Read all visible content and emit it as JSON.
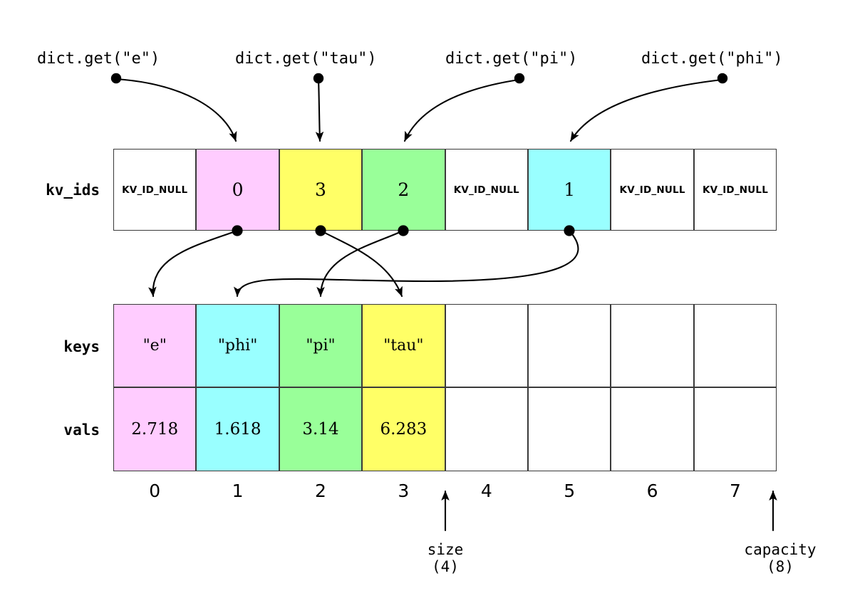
{
  "figure": {
    "title": "Hash map open-addressing layout: kv_ids index array with parallel keys/vals arrays",
    "colors": {
      "pink": "#ffccff",
      "yellow": "#ffff66",
      "green": "#99ff99",
      "cyan": "#99ffff",
      "empty": "#ffffff",
      "stroke": "#3a3a3a",
      "ink": "#000000"
    }
  },
  "calls": [
    {
      "label": "dict.get(\"e\")",
      "key": "e",
      "bucket": 1
    },
    {
      "label": "dict.get(\"tau\")",
      "key": "tau",
      "bucket": 2
    },
    {
      "label": "dict.get(\"pi\")",
      "key": "pi",
      "bucket": 3
    },
    {
      "label": "dict.get(\"phi\")",
      "key": "phi",
      "bucket": 5
    }
  ],
  "rows": {
    "kv_ids": {
      "label": "kv_ids",
      "cells": [
        {
          "text": "KV_ID_NULL",
          "kind": "null",
          "color": "empty"
        },
        {
          "text": "0",
          "kind": "num",
          "color": "pink"
        },
        {
          "text": "3",
          "kind": "num",
          "color": "yellow"
        },
        {
          "text": "2",
          "kind": "num",
          "color": "green"
        },
        {
          "text": "KV_ID_NULL",
          "kind": "null",
          "color": "empty"
        },
        {
          "text": "1",
          "kind": "num",
          "color": "cyan"
        },
        {
          "text": "KV_ID_NULL",
          "kind": "null",
          "color": "empty"
        },
        {
          "text": "KV_ID_NULL",
          "kind": "null",
          "color": "empty"
        }
      ]
    },
    "keys": {
      "label": "keys",
      "cells": [
        {
          "text": "\"e\"",
          "color": "pink"
        },
        {
          "text": "\"phi\"",
          "color": "cyan"
        },
        {
          "text": "\"pi\"",
          "color": "green"
        },
        {
          "text": "\"tau\"",
          "color": "yellow"
        },
        {
          "text": "",
          "color": "empty"
        },
        {
          "text": "",
          "color": "empty"
        },
        {
          "text": "",
          "color": "empty"
        },
        {
          "text": "",
          "color": "empty"
        }
      ]
    },
    "vals": {
      "label": "vals",
      "cells": [
        {
          "text": "2.718",
          "color": "pink"
        },
        {
          "text": "1.618",
          "color": "cyan"
        },
        {
          "text": "3.14",
          "color": "green"
        },
        {
          "text": "6.283",
          "color": "yellow"
        },
        {
          "text": "",
          "color": "empty"
        },
        {
          "text": "",
          "color": "empty"
        },
        {
          "text": "",
          "color": "empty"
        },
        {
          "text": "",
          "color": "empty"
        }
      ]
    }
  },
  "indices": [
    "0",
    "1",
    "2",
    "3",
    "4",
    "5",
    "6",
    "7"
  ],
  "markers": [
    {
      "name": "size",
      "label": "size",
      "value": "(4)",
      "at_index": 4
    },
    {
      "name": "capacity",
      "label": "capacity",
      "value": "(8)",
      "at_index": 8
    }
  ],
  "links": {
    "kv_to_keys": [
      {
        "from_bucket": 1,
        "to_slot": 0,
        "kv_id": "0"
      },
      {
        "from_bucket": 2,
        "to_slot": 3,
        "kv_id": "3"
      },
      {
        "from_bucket": 3,
        "to_slot": 2,
        "kv_id": "2"
      },
      {
        "from_bucket": 5,
        "to_slot": 1,
        "kv_id": "1"
      }
    ]
  }
}
